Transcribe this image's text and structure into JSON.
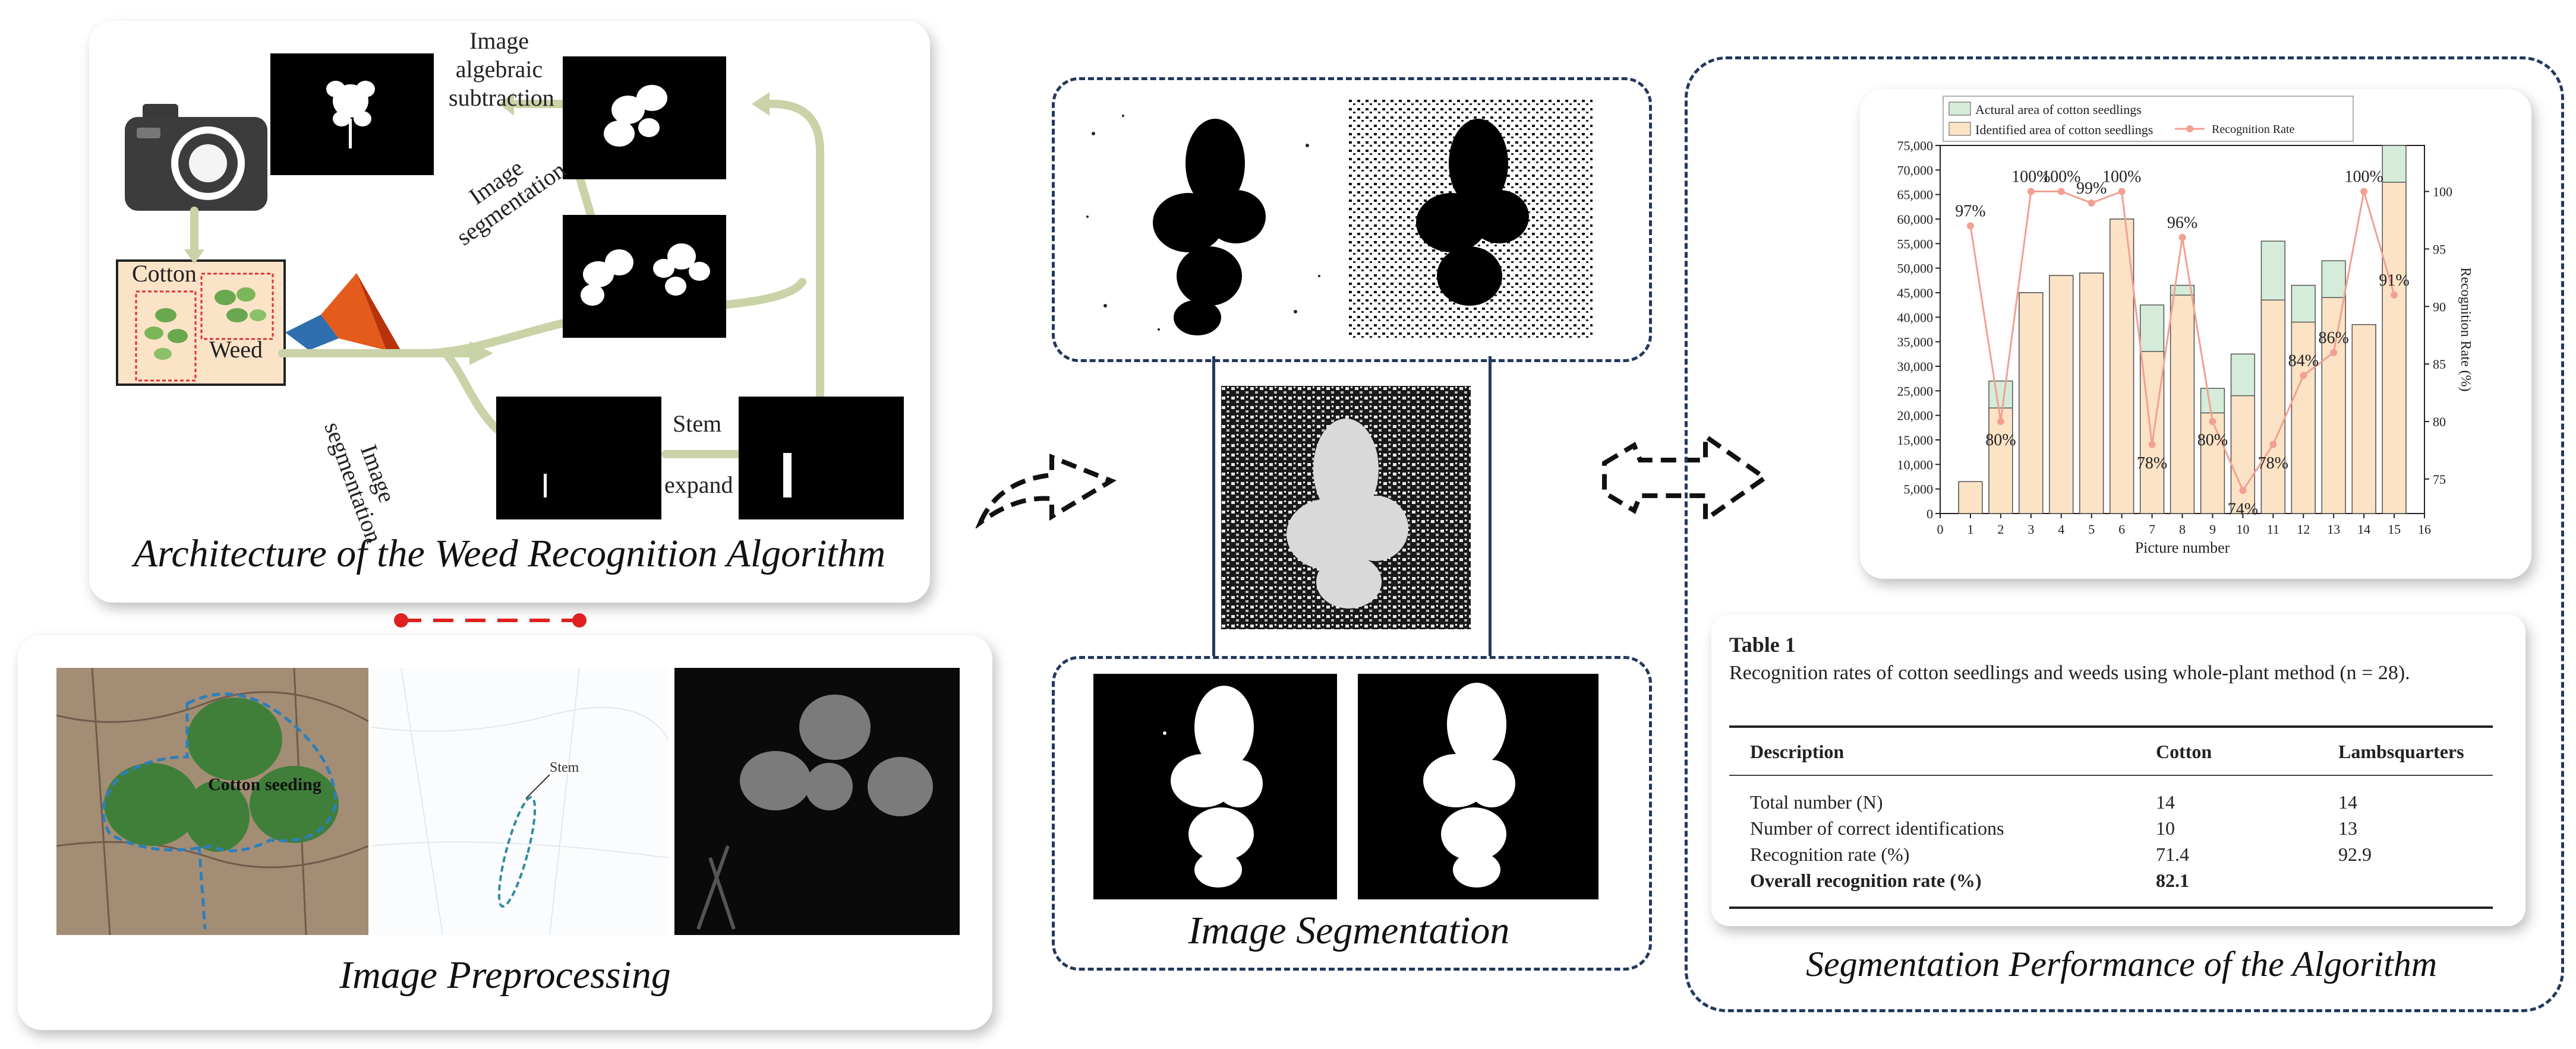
{
  "captions": {
    "architecture": "Architecture of the Weed Recognition Algorithm",
    "preprocessing": "Image Preprocessing",
    "segmentation": "Image Segmentation",
    "performance": "Segmentation Performance of the Algorithm"
  },
  "architecture": {
    "cotton_label": "Cotton",
    "weed_label": "Weed",
    "subtraction_label": "Image\nalgebraic\nsubtraction",
    "seg_label_1": "Image\nsegmentation",
    "seg_label_2": "Image\nsegmentation",
    "stem_label": "Stem",
    "expand_label": "expand"
  },
  "preprocessing": {
    "cotton_seeding_label": "Cotton seeding",
    "stem_label": "Stem"
  },
  "table": {
    "title": "Table 1",
    "description": "Recognition rates of cotton seedlings and weeds using whole-plant method (n = 28).",
    "headers": [
      "Description",
      "Cotton",
      "Lambsquarters"
    ],
    "rows": [
      [
        "Total number (N)",
        "14",
        "14"
      ],
      [
        "Number of correct identifications",
        "10",
        "13"
      ],
      [
        "Recognition rate (%)",
        "71.4",
        "92.9"
      ],
      [
        "Overall recognition rate (%)",
        "82.1",
        ""
      ]
    ]
  },
  "chart_data": {
    "type": "bar",
    "xlabel": "Picture number",
    "ylabel_right": "Recognition Rate (%)",
    "x_ticks": [
      0,
      1,
      2,
      3,
      4,
      5,
      6,
      7,
      8,
      9,
      10,
      11,
      12,
      13,
      14,
      15,
      16
    ],
    "y_ticks": [
      "0",
      "5,000",
      "10,000",
      "15,000",
      "20,000",
      "25,000",
      "30,000",
      "35,000",
      "40,000",
      "45,000",
      "50,000",
      "55,000",
      "60,000",
      "65,000",
      "70,000",
      "75,000"
    ],
    "y2_ticks": [
      "75",
      "80",
      "85",
      "90",
      "95",
      "100"
    ],
    "xlim": [
      0,
      16
    ],
    "ylim": [
      0,
      75000
    ],
    "y2lim": [
      72,
      104
    ],
    "categories": [
      1,
      2,
      3,
      4,
      5,
      6,
      7,
      8,
      9,
      10,
      11,
      12,
      13,
      14,
      15
    ],
    "series": [
      {
        "name": "Actural area of cotton seedlings",
        "color": "#d4ecd9",
        "values": [
          6500,
          27000,
          45000,
          48500,
          49000,
          60000,
          42500,
          46500,
          25500,
          32500,
          55500,
          46500,
          51500,
          38500,
          75000
        ]
      },
      {
        "name": "Identified area of cotton seedlings",
        "color": "#fde3c6",
        "values": [
          6500,
          21500,
          45000,
          48500,
          49000,
          60000,
          33000,
          44500,
          20500,
          24000,
          43500,
          39000,
          44000,
          38500,
          67500
        ]
      },
      {
        "name": "Recognition Rate",
        "color": "#f2a091",
        "values": [
          97,
          80,
          100,
          100,
          99,
          100,
          78,
          96,
          80,
          74,
          78,
          84,
          86,
          100,
          91
        ]
      }
    ],
    "point_labels": [
      "97%",
      "80%",
      "100%",
      "100%",
      "99%",
      "100%",
      "78%",
      "96%",
      "80%",
      "74%",
      "78%",
      "84%",
      "86%",
      "100%",
      "91%"
    ]
  }
}
